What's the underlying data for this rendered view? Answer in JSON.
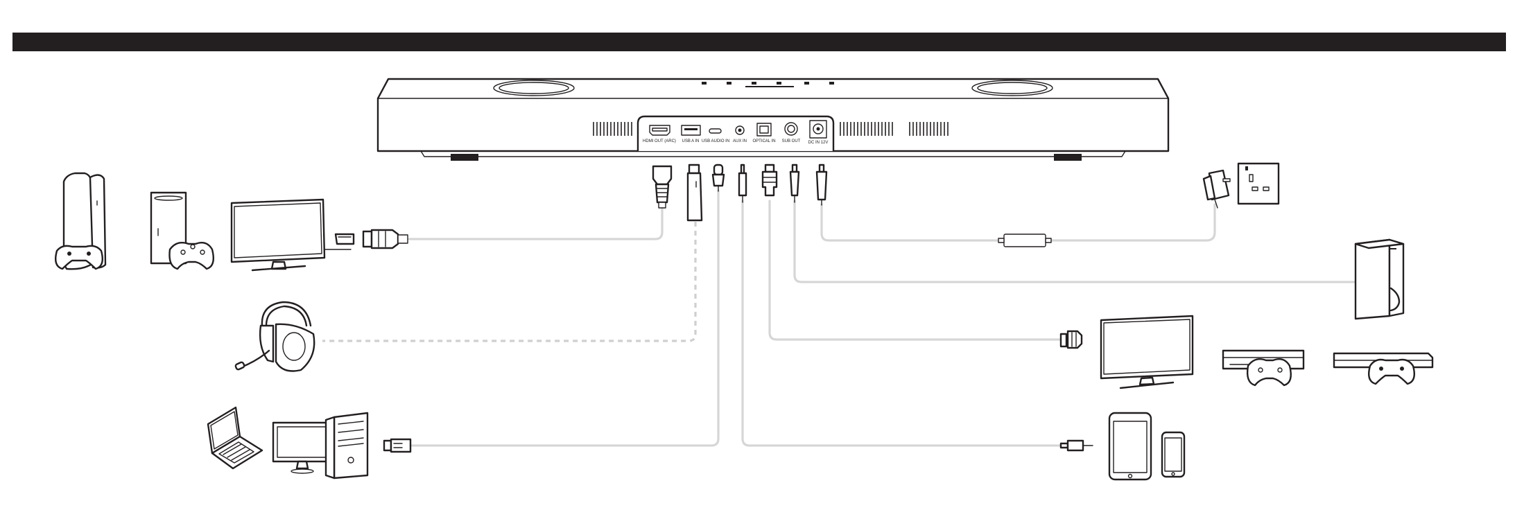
{
  "ports": [
    {
      "id": "hdmi",
      "label": "HDMI OUT (ARC)"
    },
    {
      "id": "usb-a",
      "label": "USB A IN"
    },
    {
      "id": "usb-c",
      "label": "USB AUDIO IN"
    },
    {
      "id": "aux",
      "label": "AUX IN"
    },
    {
      "id": "optical",
      "label": "OPTICAL IN"
    },
    {
      "id": "sub",
      "label": "SUB OUT"
    },
    {
      "id": "dc",
      "label": "DC IN 12V"
    }
  ],
  "colors": {
    "header": "#231f20",
    "cable": "#d6d6d6",
    "line": "#231f20"
  },
  "icons": [
    "ps5-console-icon",
    "xbox-series-x-icon",
    "tv-icon",
    "headset-icon",
    "laptop-icon",
    "monitor-icon",
    "pc-tower-icon",
    "power-socket-icon",
    "subwoofer-icon",
    "tv-icon",
    "xbox-one-icon",
    "ps4-icon",
    "tablet-icon",
    "phone-icon"
  ]
}
